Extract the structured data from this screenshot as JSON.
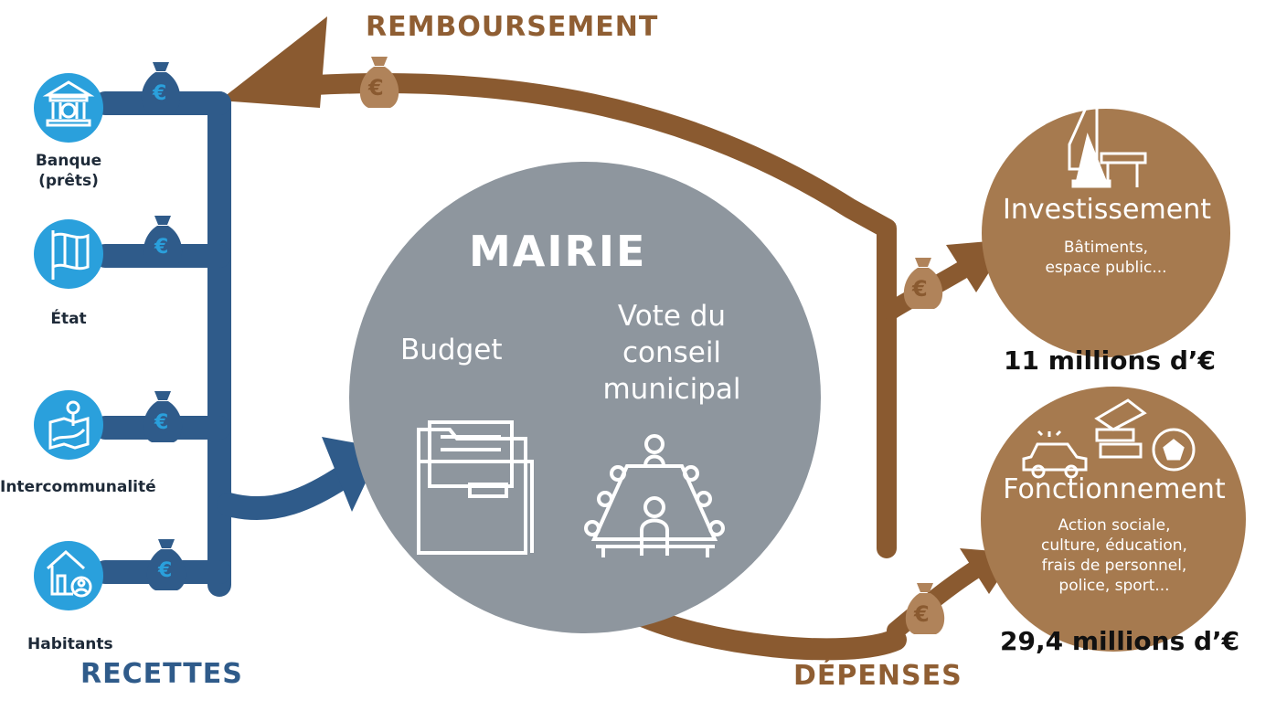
{
  "colors": {
    "recettes_blue": "#2f5b8a",
    "icon_blue": "#2aa0dc",
    "depenses_brown": "#8a5a30",
    "bag_brown": "#b0835a",
    "mairie_grey": "#8e969e"
  },
  "icons": {
    "bank": "bank-icon",
    "state": "flag-icon",
    "intercommunality": "map-pin-icon",
    "residents": "house-person-icon",
    "money_bag": "euro-money-bag-icon",
    "budget": "folder-icon",
    "council": "meeting-table-icon",
    "investment": "road-cone-barrier-icon",
    "operations": "car-books-ball-icon"
  },
  "sources": [
    {
      "label_line1": "Banque",
      "label_line2": "(prêts)"
    },
    {
      "label_line1": "État",
      "label_line2": ""
    },
    {
      "label_line1": "Intercommunalité",
      "label_line2": ""
    },
    {
      "label_line1": "Habitants",
      "label_line2": ""
    }
  ],
  "recettes_label": "RECETTES",
  "remboursement_label": "REMBOURSEMENT",
  "depenses_label": "DÉPENSES",
  "mairie": {
    "title": "MAIRIE",
    "budget": "Budget",
    "vote_line1": "Vote du",
    "vote_line2": "conseil",
    "vote_line3": "municipal"
  },
  "investissement": {
    "title": "Investissement",
    "desc_line1": "Bâtiments,",
    "desc_line2": "espace public...",
    "amount": "11 millions d’€"
  },
  "fonctionnement": {
    "title": "Fonctionnement",
    "desc_line1": "Action sociale,",
    "desc_line2": "culture, éducation,",
    "desc_line3": "frais de personnel,",
    "desc_line4": "police, sport...",
    "amount": "29,4 millions d’€"
  },
  "currency_symbol": "€"
}
